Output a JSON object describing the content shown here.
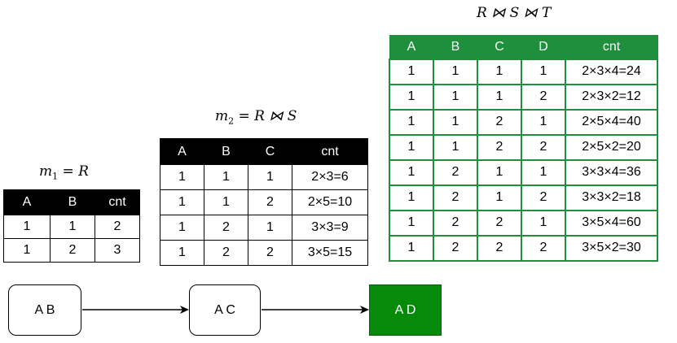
{
  "m1": {
    "caption_sym": "m",
    "caption_sub": "1",
    "caption_rest": " = R",
    "headers": [
      "A",
      "B",
      "cnt"
    ],
    "rows": [
      [
        "1",
        "1",
        "2"
      ],
      [
        "1",
        "2",
        "3"
      ]
    ]
  },
  "m2": {
    "caption_sym": "m",
    "caption_sub": "2",
    "caption_rest": " = R ⋈ S",
    "headers": [
      "A",
      "B",
      "C",
      "cnt"
    ],
    "rows": [
      [
        "1",
        "1",
        "1",
        "2×3=6"
      ],
      [
        "1",
        "1",
        "2",
        "2×5=10"
      ],
      [
        "1",
        "2",
        "1",
        "3×3=9"
      ],
      [
        "1",
        "2",
        "2",
        "3×5=15"
      ]
    ]
  },
  "m3": {
    "caption": "R ⋈ S ⋈ T",
    "headers": [
      "A",
      "B",
      "C",
      "D",
      "cnt"
    ],
    "rows": [
      [
        "1",
        "1",
        "1",
        "1",
        "2×3×4=24"
      ],
      [
        "1",
        "1",
        "1",
        "2",
        "2×3×2=12"
      ],
      [
        "1",
        "1",
        "2",
        "1",
        "2×5×4=40"
      ],
      [
        "1",
        "1",
        "2",
        "2",
        "2×5×2=20"
      ],
      [
        "1",
        "2",
        "1",
        "1",
        "3×3×4=36"
      ],
      [
        "1",
        "2",
        "1",
        "2",
        "3×3×2=18"
      ],
      [
        "1",
        "2",
        "2",
        "1",
        "3×5×4=60"
      ],
      [
        "1",
        "2",
        "2",
        "2",
        "3×5×2=30"
      ]
    ]
  },
  "nodes": {
    "ab": "A B",
    "ac": "A C",
    "ad": "A D"
  },
  "colors": {
    "green_table": "#1e8f3c",
    "green_node": "#058a0a"
  }
}
